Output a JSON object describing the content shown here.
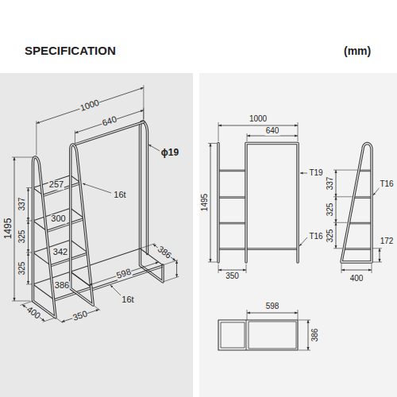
{
  "diagram": {
    "title": "SPECIFICATION",
    "labels": [
      "(mm)",
      "1000",
      "640",
      "ϕ19",
      "257",
      "16t",
      "300",
      "1495",
      "337",
      "325",
      "342",
      "386",
      "598",
      "325",
      "386",
      "16t",
      "400",
      "350",
      "1000",
      "640",
      "T19",
      "1495",
      "350",
      "T16",
      "337",
      "T16",
      "325",
      "325",
      "172",
      "400",
      "598",
      "386"
    ]
  }
}
